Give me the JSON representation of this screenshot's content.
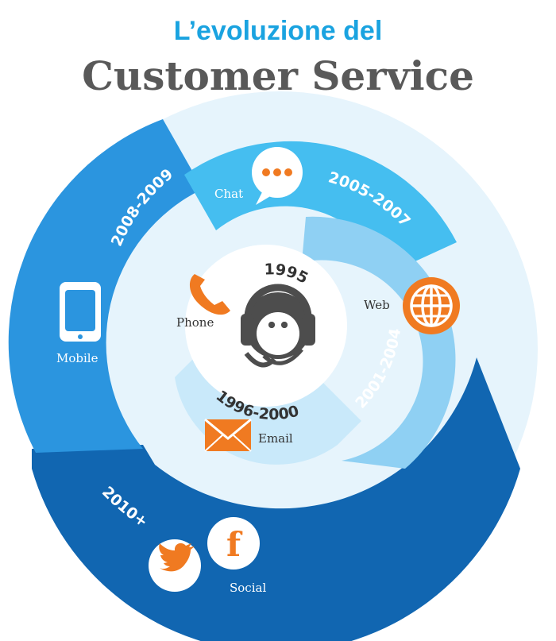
{
  "title": {
    "line1": "L’evoluzione del",
    "line2": "Customer Service"
  },
  "colors": {
    "title_line1": "#1aa3e0",
    "title_line2": "#595959",
    "background_circle": "#e6f4fc",
    "ring_social": "#1166b1",
    "ring_mobile": "#2b95df",
    "ring_chat": "#45bef0",
    "ring_web": "#8fd0f3",
    "ring_email": "#c9e9fa",
    "icon_orange": "#f07a21",
    "icon_gray": "#4d4d4d",
    "label_white": "#ffffff",
    "label_dark": "#333333"
  },
  "stages": {
    "phone": {
      "year": "1995",
      "label": "Phone",
      "icon": "phone-icon"
    },
    "email": {
      "year": "1996-2000",
      "label": "Email",
      "icon": "envelope-icon"
    },
    "web": {
      "year": "2001-2004",
      "label": "Web",
      "icon": "globe-icon"
    },
    "chat": {
      "year": "2005-2007",
      "label": "Chat",
      "icon": "chat-bubble-icon"
    },
    "mobile": {
      "year": "2008-2009",
      "label": "Mobile",
      "icon": "smartphone-icon"
    },
    "social": {
      "year": "2010+",
      "label": "Social",
      "icons": [
        "facebook-icon",
        "twitter-icon"
      ],
      "facebook_glyph": "f"
    }
  },
  "center_icon": "headset-agent-icon"
}
